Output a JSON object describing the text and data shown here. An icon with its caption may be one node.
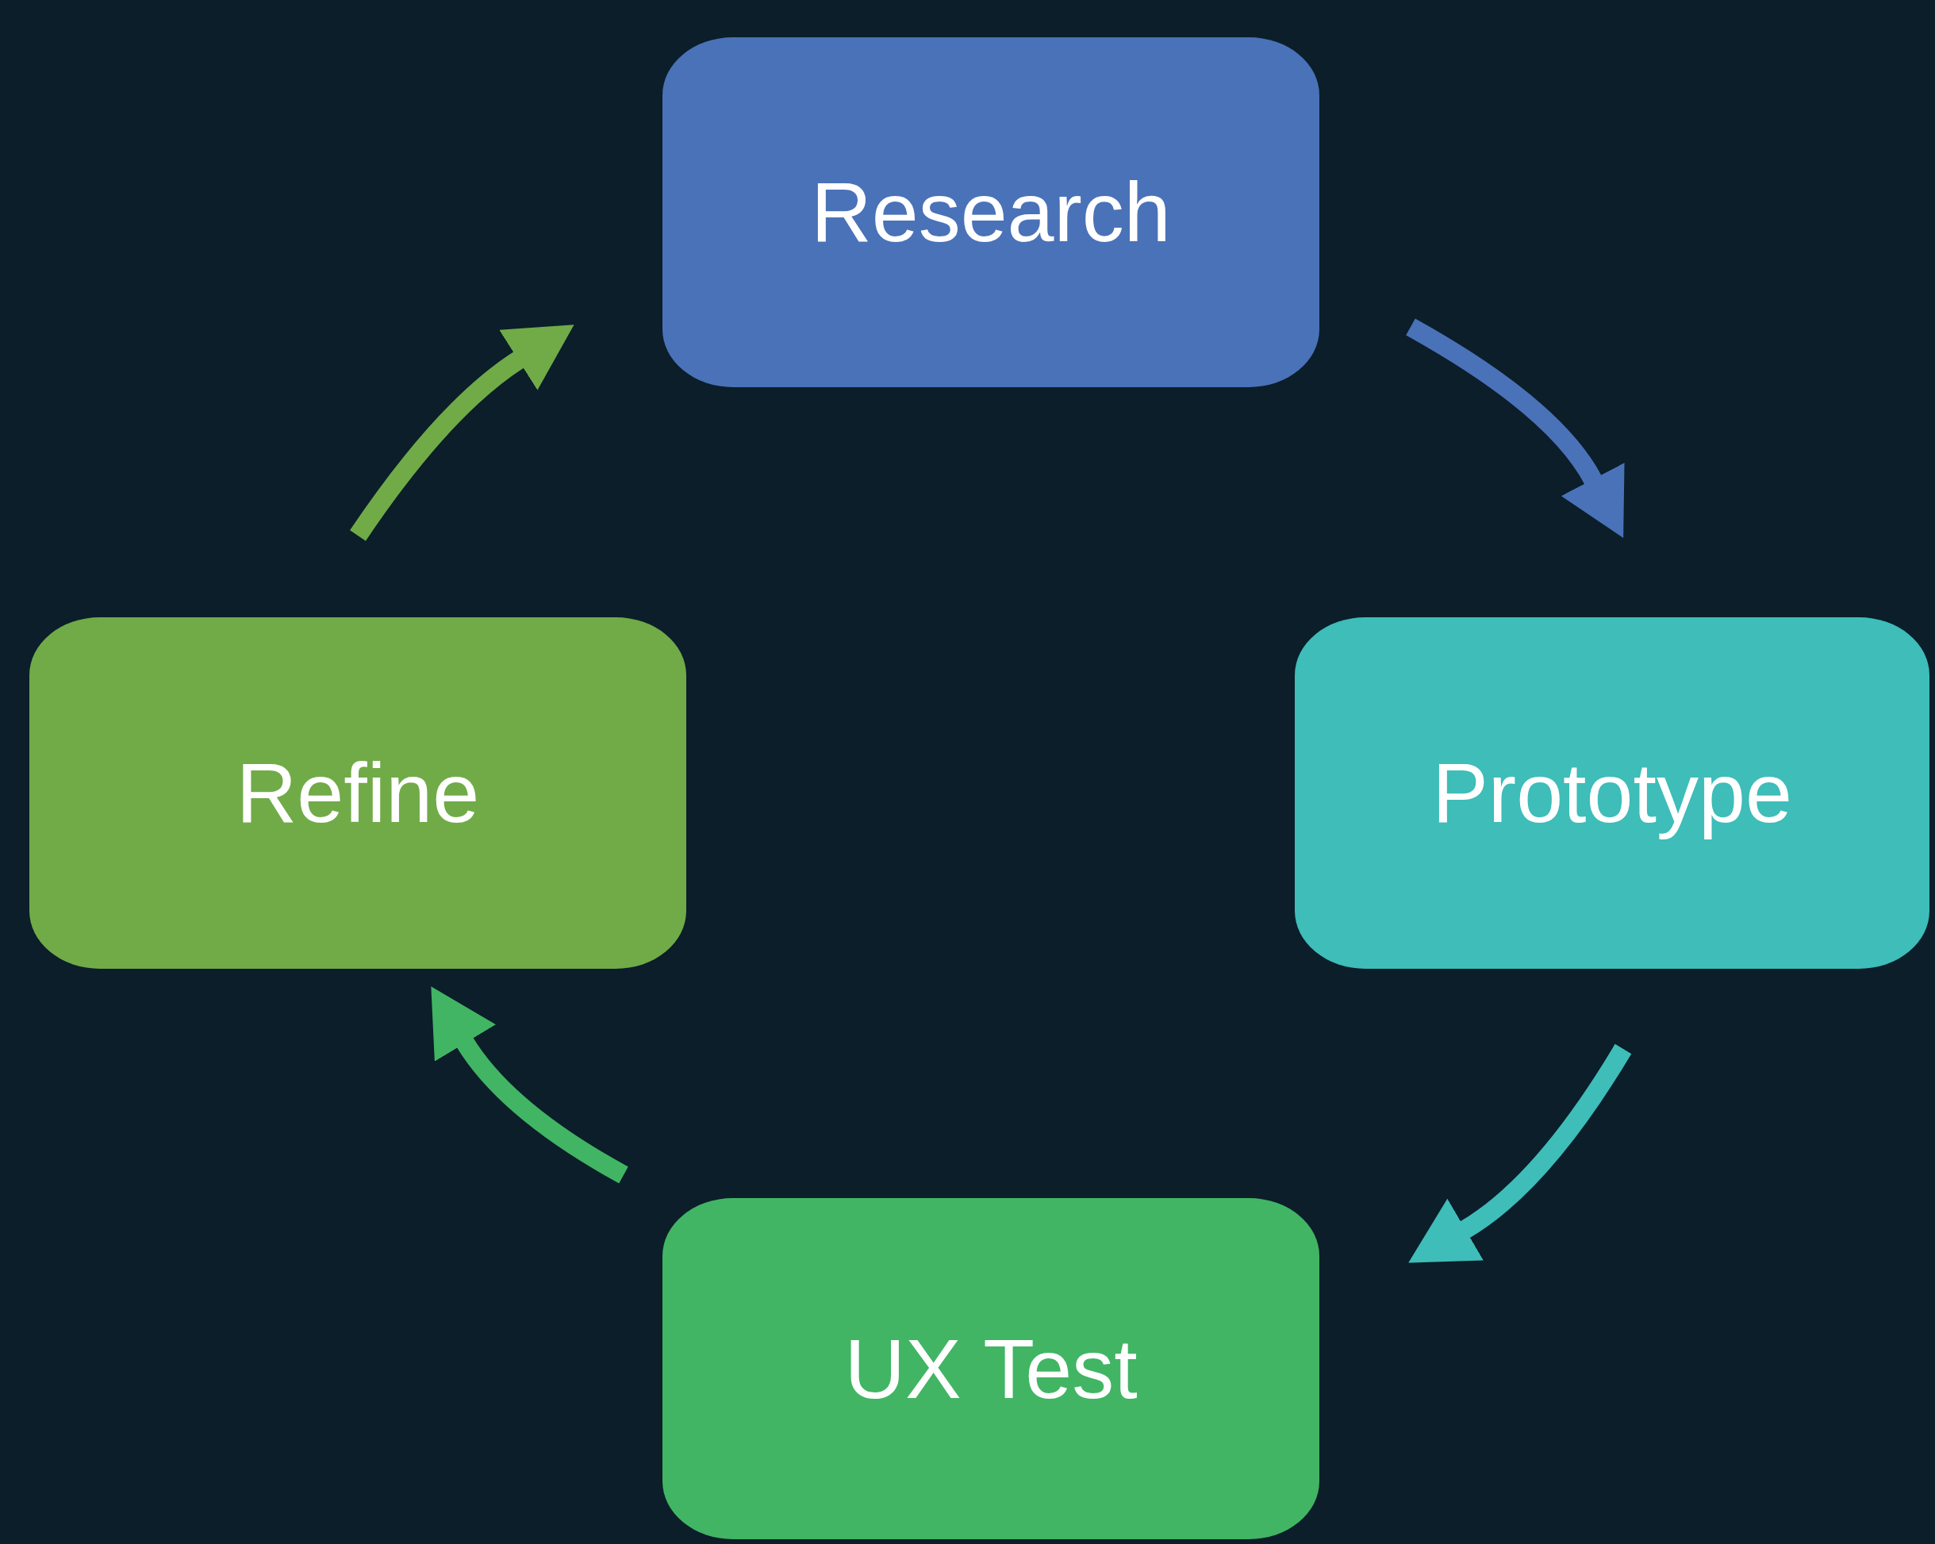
{
  "diagram": {
    "nodes": [
      {
        "text": [
          "Research"
        ]
      },
      {
        "text": [
          "Prototype"
        ]
      },
      {
        "text": [
          "UX Test"
        ]
      },
      {
        "text": [
          "Refine"
        ]
      }
    ],
    "edges": [
      {
        "from": 0,
        "to": 1,
        "arrow": "to",
        "color": "#4a72b8"
      },
      {
        "from": 1,
        "to": 2,
        "arrow": "to",
        "color": "#3ebdb9"
      },
      {
        "from": 2,
        "to": 3,
        "arrow": "to",
        "color": "#41b563"
      },
      {
        "from": 3,
        "to": 0,
        "arrow": "to",
        "color": "#70ab48"
      }
    ]
  }
}
